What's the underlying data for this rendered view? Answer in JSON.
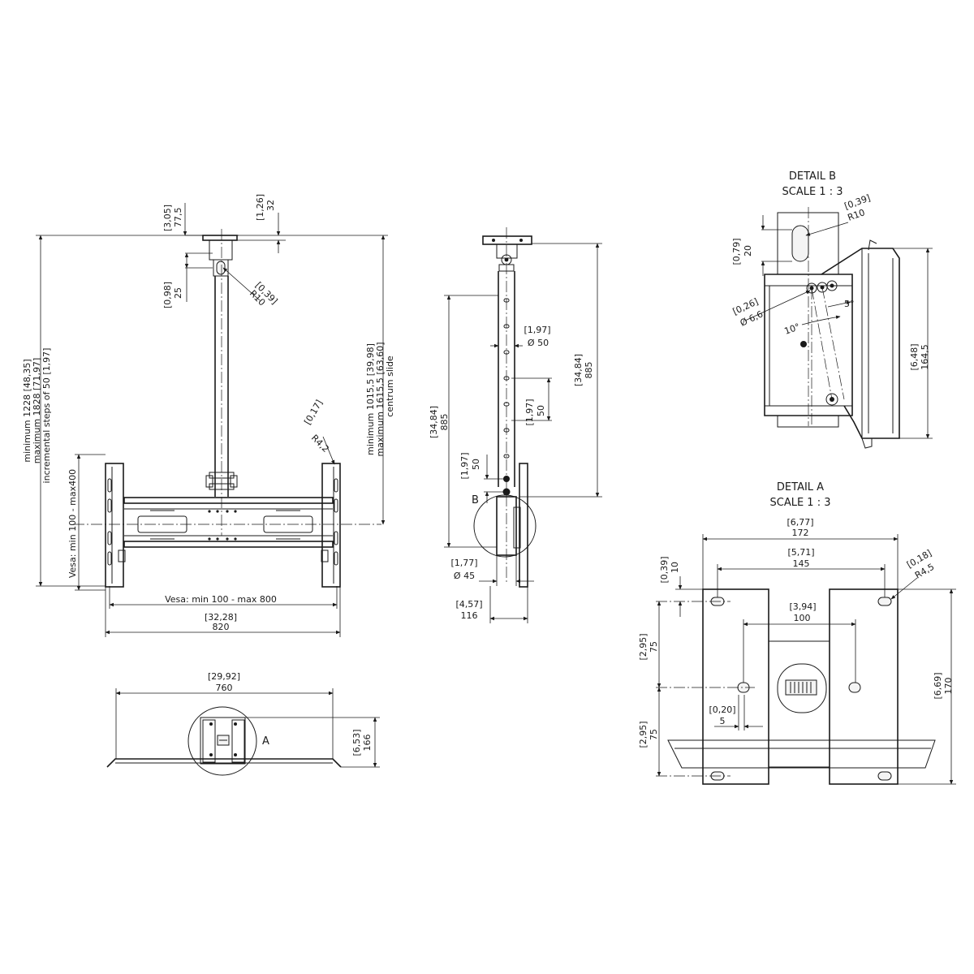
{
  "detail_b": {
    "title": "DETAIL B",
    "scale": "SCALE 1 : 3"
  },
  "detail_a": {
    "title": "DETAIL A",
    "scale": "SCALE 1 : 3"
  },
  "front_view": {
    "top_plate_in": "[3,05]",
    "top_plate_mm": "77,5",
    "top_thick_in": "[1,26]",
    "top_thick_mm": "32",
    "slot_in": "[0,98]",
    "slot_mm": "25",
    "slot_r_in": "[0,39]",
    "slot_r_mm": "R10",
    "total_min": "minimum 1228 [48,35]",
    "total_max": "maximum 1828 [71,97]",
    "total_steps": "incremental steps of 50 [1,97]",
    "slide_min": "minimum 1015,5 [39,98]",
    "slide_max": "maximum 1615,5 [63,60]",
    "slide_label": "centrum slide",
    "corner_r_in": "[0,17]",
    "corner_r_mm": "R4,2",
    "vesa_v": "Vesa: min 100 - max400",
    "vesa_h": "Vesa: min 100 - max 800",
    "width_in": "[32,28]",
    "width_mm": "820"
  },
  "side_view": {
    "tube_d_in": "[1,97]",
    "tube_d_mm": "Ø 50",
    "length_in": "[34,84]",
    "length_mm": "885",
    "step_in": "[1,97]",
    "step_mm": "50",
    "left_len_in": "[34,84]",
    "left_len_mm": "885",
    "lower_step_in": "[1,97]",
    "lower_step_mm": "50",
    "detail_ref": "B",
    "small_d_in": "[1,77]",
    "small_d_mm": "Ø 45",
    "depth_in": "[4,57]",
    "depth_mm": "116"
  },
  "top_view": {
    "width_in": "[29,92]",
    "width_mm": "760",
    "depth_in": "[6,53]",
    "depth_mm": "166",
    "detail_ref": "A"
  },
  "detail_b_dims": {
    "r_in": "[0,39]",
    "r_mm": "R10",
    "h_in": "[0,79]",
    "h_mm": "20",
    "hole_in": "[0,26]",
    "hole_mm": "Ø 6,6",
    "angle1": "5°",
    "angle2": "10°",
    "height_in": "[6,48]",
    "height_mm": "164,5"
  },
  "detail_a_dims": {
    "w_in": "[6,77]",
    "w_mm": "172",
    "hole_span_in": "[5,71]",
    "hole_span_mm": "145",
    "edge_in": "[0,39]",
    "edge_mm": "10",
    "r_in": "[0,18]",
    "r_mm": "R4,5",
    "inner_in": "[3,94]",
    "inner_mm": "100",
    "v1_in": "[2,95]",
    "v1_mm": "75",
    "v2_in": "[2,95]",
    "v2_mm": "75",
    "slot_in": "[0,20]",
    "slot_mm": "5",
    "height_in": "[6,69]",
    "height_mm": "170"
  }
}
